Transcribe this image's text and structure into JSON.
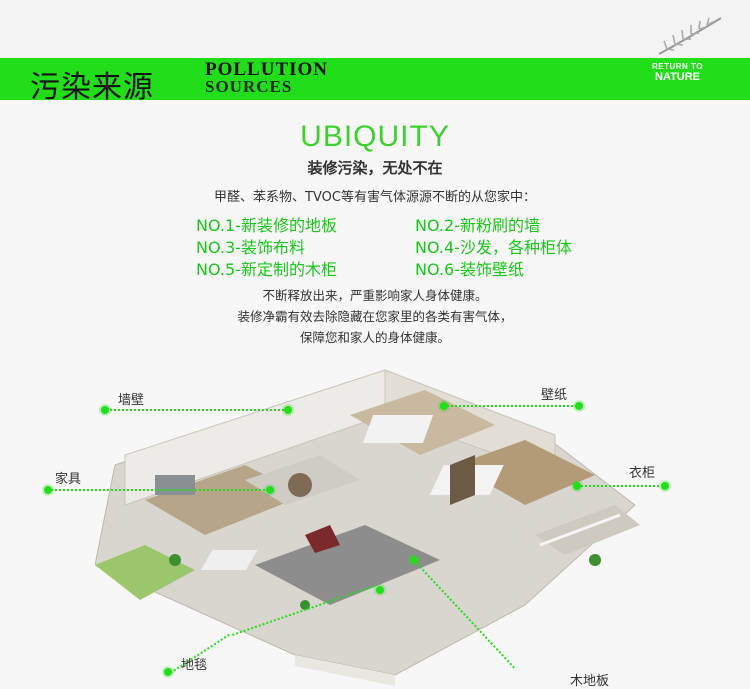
{
  "header": {
    "title_cn": "污染来源",
    "title_en_line1": "POLLUTION",
    "title_en_line2": "SOURCES",
    "brand_line1": "RETURN TO",
    "brand_line2": "NATURE"
  },
  "headline": "UBIQUITY",
  "subtitle": "装修污染，无处不在",
  "intro": "甲醛、苯系物、TVOC等有害气体源源不断的从您家中：",
  "sources": [
    "NO.1-新装修的地板",
    "NO.2-新粉刷的墙",
    "NO.3-装饰布料",
    "NO.4-沙发，各种柜体",
    "NO.5-新定制的木柜",
    "NO.6-装饰壁纸"
  ],
  "description": [
    "不断释放出来，严重影响家人身体健康。",
    "装修净霸有效去除隐藏在您家里的各类有害气体，",
    "保障您和家人的身体健康。"
  ],
  "callouts": {
    "wall": "墙壁",
    "wallpaper": "壁纸",
    "furniture": "家具",
    "wardrobe": "衣柜",
    "carpet": "地毯",
    "wood_floor": "木地板"
  },
  "colors": {
    "accent": "#22dd1a",
    "text": "#333333"
  }
}
